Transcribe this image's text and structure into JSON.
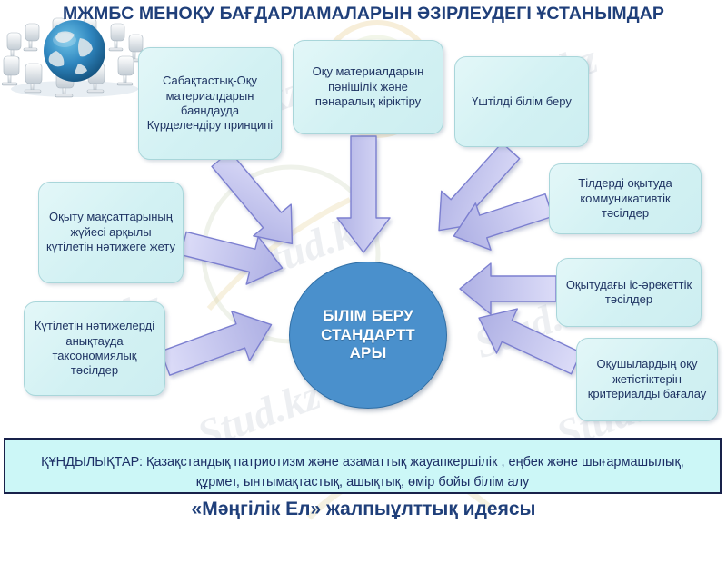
{
  "title": "МЖМБС МЕНОҚУ БАҒДАРЛАМАЛАРЫН ӘЗІРЛЕУДЕГІ ҰСТАНЫМДАР",
  "center": {
    "label": "БІЛІМ БЕРУ СТАНДАРТТ АРЫ"
  },
  "nodes": [
    {
      "label": "Сабақтастық-Оқу материалдарын баяндауда Күрделендіру принципі"
    },
    {
      "label": "Оқу материалдарын пәнішілік және пәнаралық кіріктіру"
    },
    {
      "label": "Үштілді білім беру"
    },
    {
      "label": "Тілдерді оқытуда коммуникативтік тәсілдер"
    },
    {
      "label": "Оқытудағы іс-әрекеттік тәсілдер"
    },
    {
      "label": "Оқушылардың оқу жетістіктерін критериалды бағалау"
    },
    {
      "label": "Оқыту мақсаттарының жүйесі арқылы күтілетін нәтижеге жету"
    },
    {
      "label": "Күтілетін нәтижелерді анықтауда таксономиялық тәсілдер"
    }
  ],
  "values_banner": {
    "text": "ҚҰНДЫЛЫҚТАР: Қазақстандық патриотизм және азаматтық жауапкершілік , еңбек және шығармашылық, құрмет, ынтымақтастық, ашықтық, өмір бойы білім алу"
  },
  "footer": {
    "text": "«Мәңгілік Ел» жалпыұлттық идеясы"
  },
  "watermark": {
    "text": "Stud.kz"
  },
  "colors": {
    "title": "#1f3f7a",
    "center_fill": "#4a90cc",
    "node_fill": "#d6f2f4",
    "node_border": "#a9d6da",
    "arrow_fill": "#c5c6ef",
    "arrow_border": "#7b7fd0",
    "banner_fill": "#ccf7f7",
    "banner_border": "#18214a"
  }
}
